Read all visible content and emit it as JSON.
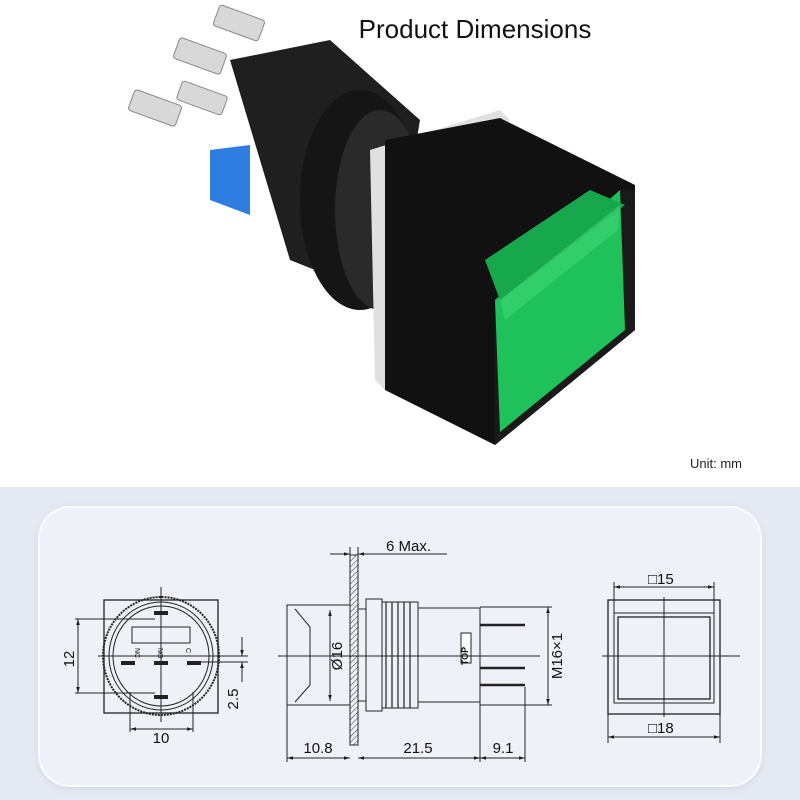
{
  "title": "Product Dimensions",
  "unit_label": "Unit: mm",
  "colors": {
    "lens_green": "#1fc25a",
    "housing_black": "#1b1b1b",
    "terminal_blue": "#2f7de0",
    "background": "#e5e9f3"
  },
  "front_view": {
    "dim_height": "12",
    "dim_width": "10",
    "dim_offset": "2.5",
    "terminals": [
      "NC",
      "NO",
      "C"
    ]
  },
  "side_view": {
    "panel_thickness": "6 Max.",
    "diameter": "Ø16",
    "thread": "M16×1",
    "len_button": "10.8",
    "len_body": "21.5",
    "len_pins": "9.1",
    "brand": "TOP"
  },
  "rear_view": {
    "inner_square": "□15",
    "outer_square": "□18"
  }
}
